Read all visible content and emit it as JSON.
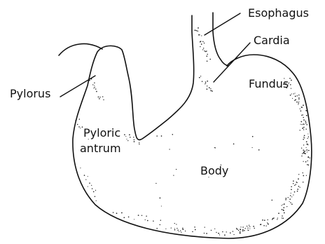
{
  "labels": {
    "esophagus": "Esophagus",
    "cardia": "Cardia",
    "fundus": "Fundus",
    "pylorus": "Pylorus",
    "pyloric_antrum_line1": "Pyloric",
    "pyloric_antrum_line2": "antrum",
    "body": "Body"
  }
}
